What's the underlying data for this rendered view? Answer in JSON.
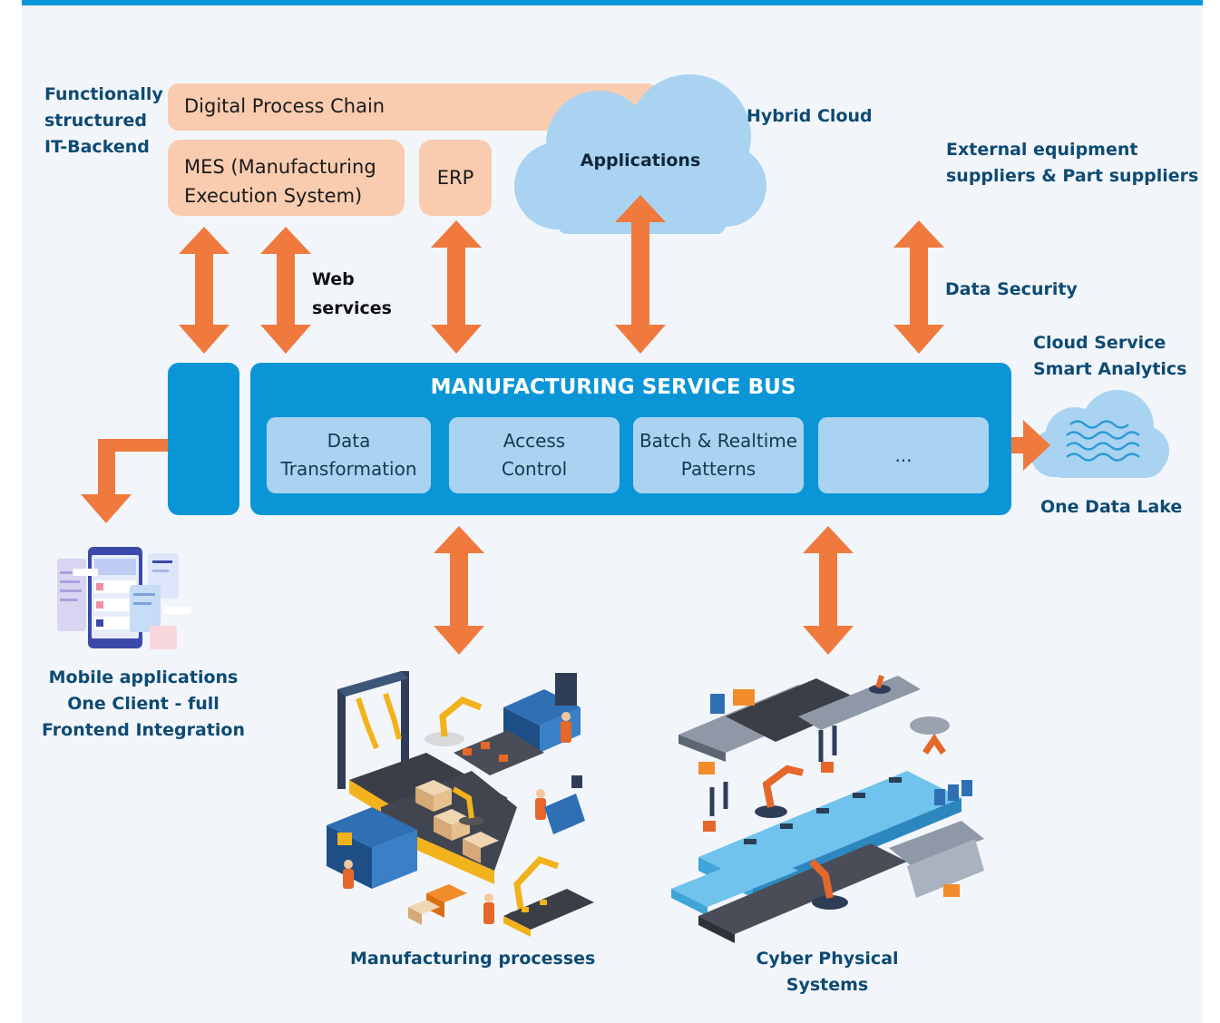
{
  "labels": {
    "backend_line1": "Functionally",
    "backend_line2": "structured",
    "backend_line3": "IT-Backend",
    "hybrid_cloud": "Hybrid Cloud",
    "external_line1": "External equipment",
    "external_line2": "suppliers & Part suppliers",
    "web_services_line1": "Web",
    "web_services_line2": "services",
    "data_security": "Data Security",
    "cloud_service_line1": "Cloud Service",
    "cloud_service_line2": "Smart Analytics",
    "one_data_lake": "One Data Lake",
    "mobile_line1": "Mobile applications",
    "mobile_line2": "One Client - full",
    "mobile_line3": "Frontend Integration",
    "manufacturing_processes": "Manufacturing processes",
    "cps_line1": "Cyber Physical",
    "cps_line2": "Systems"
  },
  "boxes": {
    "digital_process_chain": "Digital Process Chain",
    "mes_line1": "MES (Manufacturing",
    "mes_line2": "Execution System)",
    "erp": "ERP",
    "applications": "Applications"
  },
  "bus": {
    "title": "MANUFACTURING SERVICE BUS",
    "tiles": [
      {
        "line1": "Data",
        "line2": "Transformation"
      },
      {
        "line1": "Access",
        "line2": "Control"
      },
      {
        "line1": "Batch & Realtime",
        "line2": "Patterns"
      },
      {
        "line1": "...",
        "line2": ""
      }
    ]
  },
  "colors": {
    "bus_blue": "#0a96d6",
    "tile_blue": "#a9d3f1",
    "peach": "#f9ccb0",
    "arrow_orange": "#f07a3e",
    "cloud_blue": "#a9d3f1",
    "label_navy": "#0e4a73"
  },
  "icons": [
    "mobile-apps-illustration",
    "factory-illustration",
    "cyber-physical-illustration",
    "data-lake-cloud-icon"
  ]
}
